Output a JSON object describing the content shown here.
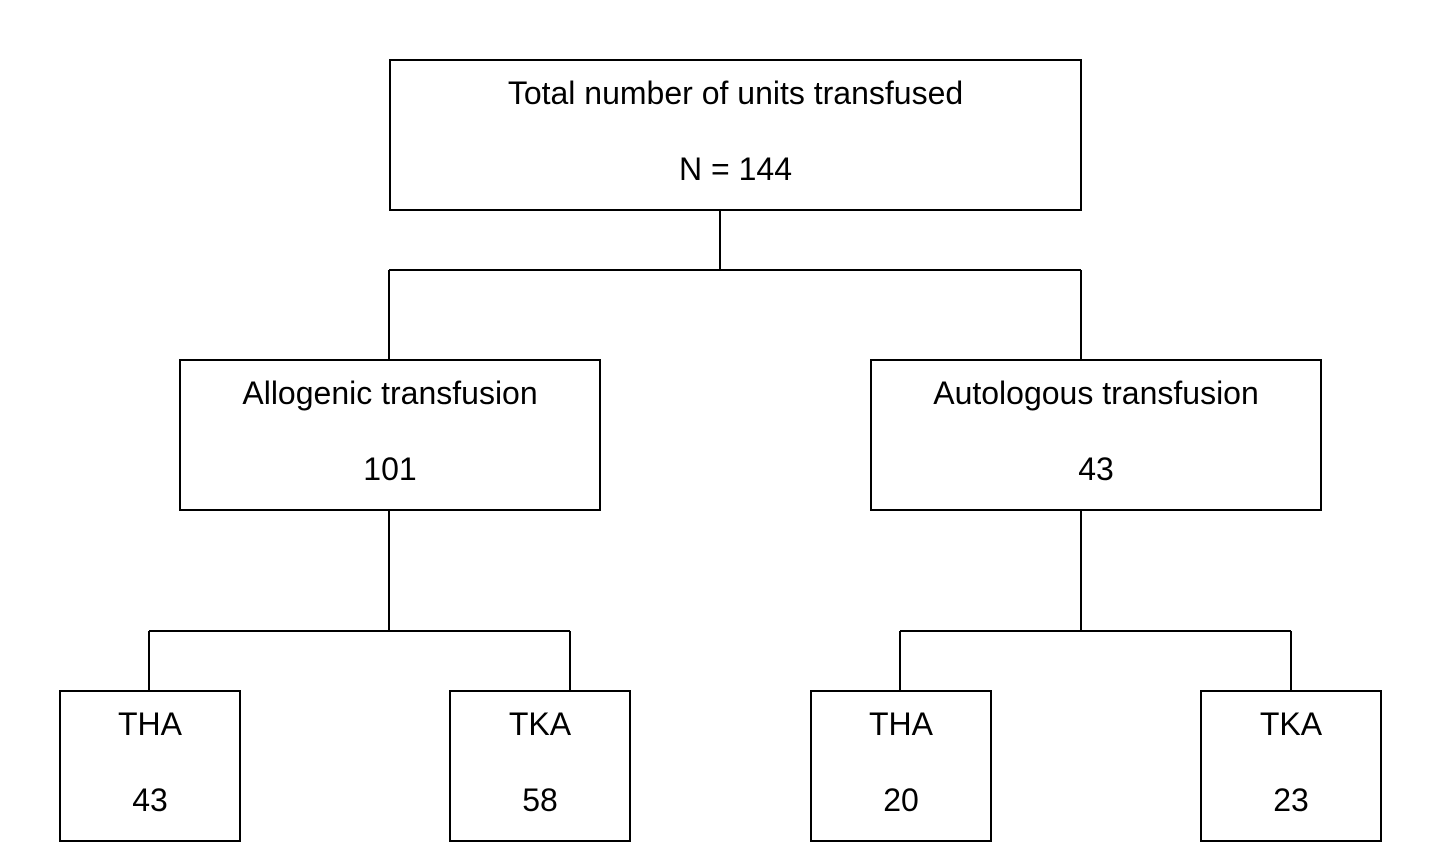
{
  "root": {
    "title": "Total number of units transfused",
    "value": "N = 144"
  },
  "allogenic": {
    "title": "Allogenic transfusion",
    "value": "101",
    "children": [
      {
        "title": "THA",
        "value": "43"
      },
      {
        "title": "TKA",
        "value": "58"
      }
    ]
  },
  "autologous": {
    "title": "Autologous transfusion",
    "value": "43",
    "children": [
      {
        "title": "THA",
        "value": "20"
      },
      {
        "title": "TKA",
        "value": "23"
      }
    ]
  },
  "colors": {
    "stroke": "#000000",
    "background": "#ffffff"
  }
}
